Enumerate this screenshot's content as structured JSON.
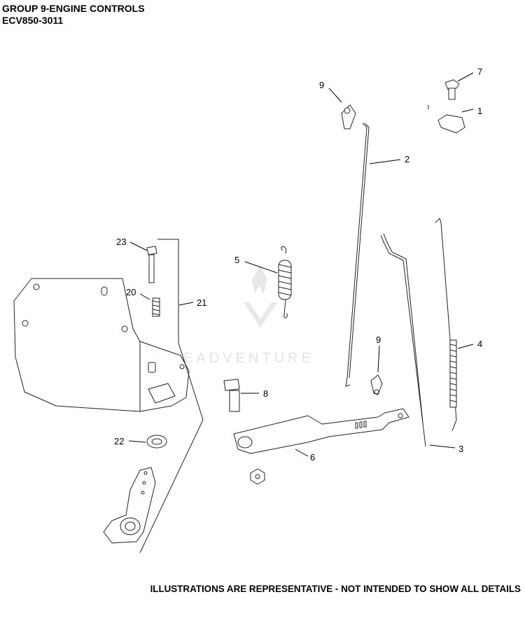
{
  "header": {
    "title": "GROUP 9-ENGINE CONTROLS",
    "model": "ECV850-3011"
  },
  "callouts": [
    "1",
    "2",
    "3",
    "4",
    "5",
    "6",
    "7",
    "8",
    "9",
    "9",
    "20",
    "21",
    "22",
    "23"
  ],
  "watermark": "LEADVENTURE",
  "footer": "ILLUSTRATIONS ARE REPRESENTATIVE - NOT INTENDED TO SHOW ALL DETAILS",
  "colors": {
    "line": "#222222",
    "background": "#ffffff",
    "watermark": "#e4e4e4"
  }
}
